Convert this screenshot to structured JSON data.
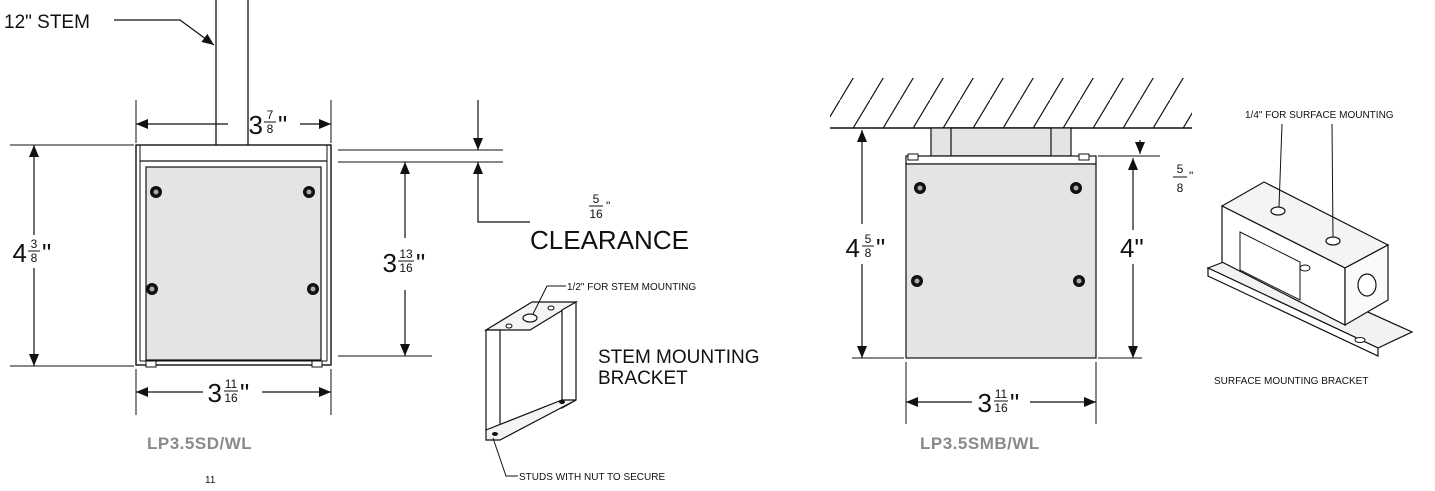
{
  "left_drawing": {
    "stem_label": "12\" STEM",
    "width_top": {
      "whole": "3",
      "num": "7",
      "den": "8",
      "unit": "\""
    },
    "height_left": {
      "whole": "4",
      "num": "3",
      "den": "8",
      "unit": "\""
    },
    "height_right": {
      "whole": "3",
      "num": "13",
      "den": "16",
      "unit": "\""
    },
    "width_bottom": {
      "whole": "3",
      "num": "11",
      "den": "16",
      "unit": "\""
    },
    "clearance": {
      "num": "5",
      "den": "16",
      "unit": "\"",
      "label": "CLEARANCE"
    },
    "model": "LP3.5SD/WL",
    "page_number": "11"
  },
  "stem_bracket": {
    "hole_note": "1/2\" FOR STEM MOUNTING",
    "title_line1": "STEM MOUNTING",
    "title_line2": "BRACKET",
    "studs_note": "STUDS WITH NUT TO SECURE"
  },
  "right_drawing": {
    "height_left": {
      "whole": "4",
      "num": "5",
      "den": "8",
      "unit": "\""
    },
    "height_right": "4\"",
    "offset": {
      "num": "5",
      "den": "8",
      "unit": "\""
    },
    "width_bottom": {
      "whole": "3",
      "num": "11",
      "den": "16",
      "unit": "\""
    },
    "model": "LP3.5SMB/WL"
  },
  "surface_bracket": {
    "hole_note": "1/4\" FOR SURFACE MOUNTING",
    "title": "SURFACE MOUNTING BRACKET"
  },
  "colors": {
    "line": "#111111",
    "panel": "#e4e4e4",
    "bracket": "#f2f2f2",
    "model_text": "#8a8a8a"
  }
}
